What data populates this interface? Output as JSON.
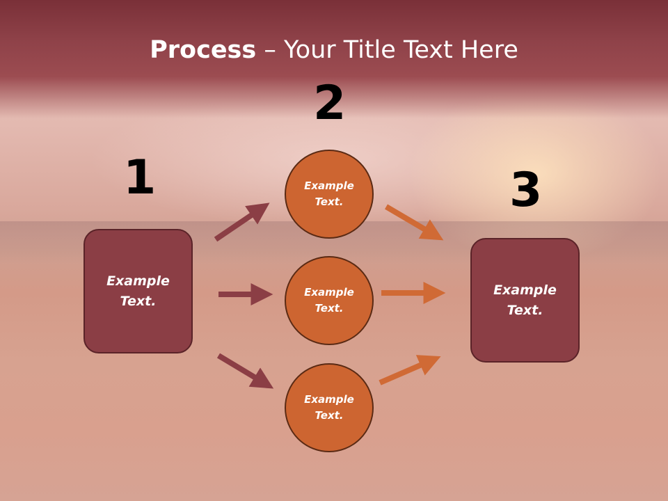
{
  "slide": {
    "title_bold": "Process",
    "title_rest": " – Your Title Text Here"
  },
  "steps": {
    "step1": {
      "number": "1",
      "text_line1": "Example",
      "text_line2": "Text."
    },
    "step2": {
      "number": "2",
      "circles": [
        {
          "line1": "Example",
          "line2": "Text."
        },
        {
          "line1": "Example",
          "line2": "Text."
        },
        {
          "line1": "Example",
          "line2": "Text."
        }
      ]
    },
    "step3": {
      "number": "3",
      "text_line1": "Example",
      "text_line2": "Text."
    }
  },
  "colors": {
    "title_band": "#8f4249",
    "box_fill": "#8b3e45",
    "circle_fill": "#cd6531",
    "arrow_left": "#8b3e45",
    "arrow_right": "#d06a35"
  }
}
